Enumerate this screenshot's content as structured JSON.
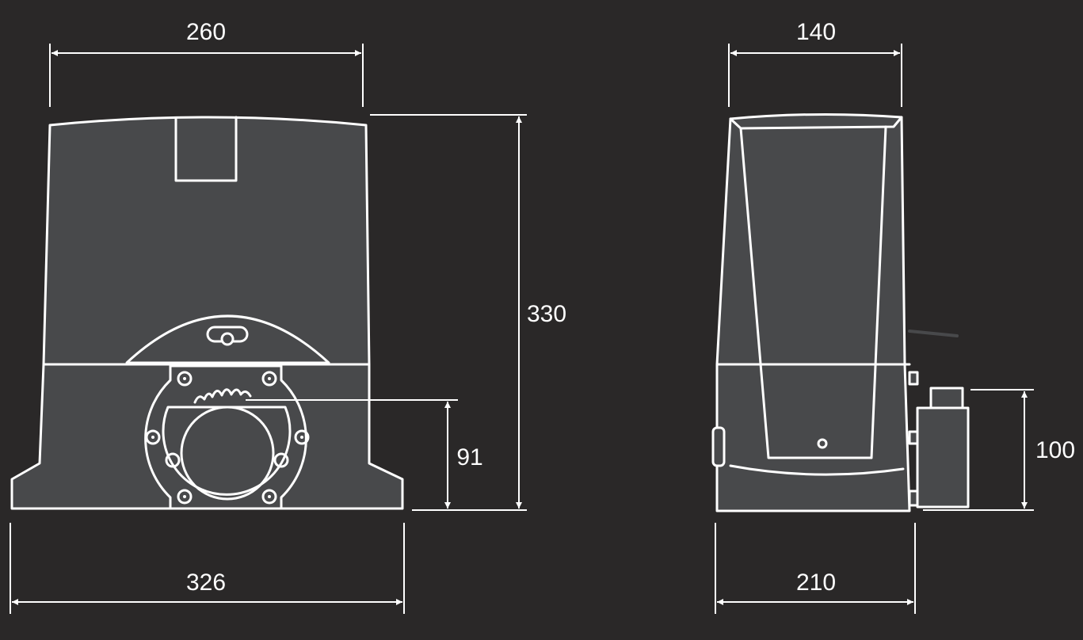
{
  "colors": {
    "background": "#2a2828",
    "body": "#48494b",
    "line": "#ffffff"
  },
  "front_view": {
    "width_top": "260",
    "height_total": "330",
    "pinion_height": "91",
    "width_base": "326"
  },
  "side_view": {
    "width_top": "140",
    "box_height": "100",
    "width_base": "210"
  }
}
